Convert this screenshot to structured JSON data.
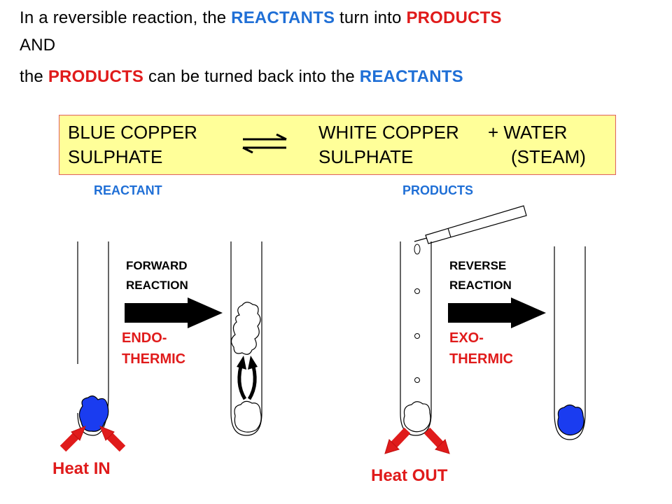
{
  "intro": {
    "line1": {
      "prefix": "In a reversible reaction, the ",
      "reactants": "REACTANTS",
      "middle": " turn into ",
      "products": "PRODUCTS"
    },
    "line2": "AND",
    "line3": {
      "prefix": "the ",
      "products": "PRODUCTS",
      "middle": " can be turned back into the ",
      "reactants": "REACTANTS"
    }
  },
  "equation": {
    "reactant_line1": "BLUE COPPER",
    "reactant_line2": "SULPHATE",
    "product_line1": "WHITE COPPER",
    "product_line2": "SULPHATE",
    "water_line1": "+ WATER",
    "water_line2": "(STEAM)"
  },
  "labels": {
    "reactant": "REACTANT",
    "products": "PRODUCTS",
    "forward_1": "FORWARD",
    "forward_2": "REACTION",
    "reverse_1": "REVERSE",
    "reverse_2": "REACTION",
    "endo_1": "ENDO-",
    "endo_2": "THERMIC",
    "exo_1": "EXO-",
    "exo_2": "THERMIC",
    "heat_in": "Heat IN",
    "heat_out": "Heat OUT"
  },
  "colors": {
    "reactant_blue": "#1f6fd6",
    "product_red": "#e01b1b",
    "equation_box": "#ffff99",
    "copper_sulphate_blue": "#1a3cf0"
  }
}
